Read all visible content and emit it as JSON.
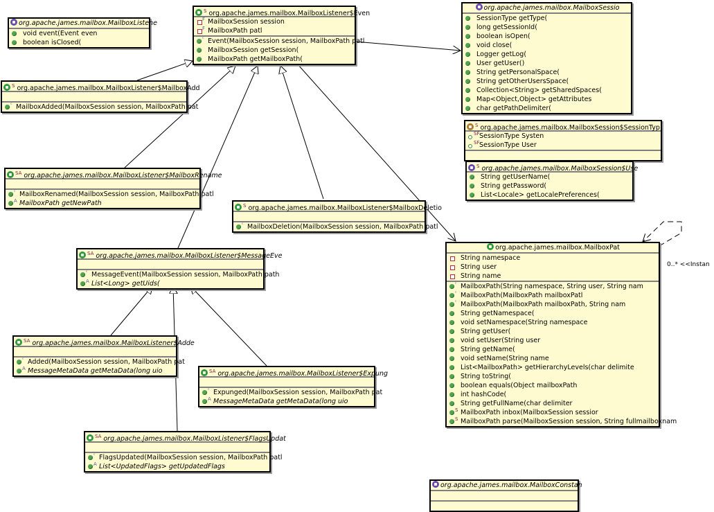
{
  "diagram": {
    "classes": {
      "mailbox_listener": {
        "name": "org.apache.james.mailbox.MailboxListene",
        "kind": "interface",
        "italic": true,
        "fields": [],
        "methods": [
          {
            "vis": "public",
            "text": "void event(Event even"
          },
          {
            "vis": "public",
            "text": "boolean isClosed("
          }
        ]
      },
      "event": {
        "name": "org.apache.james.mailbox.MailboxListener$Even",
        "kind": "class",
        "modifier": "S",
        "italic": false,
        "fields": [
          {
            "vis": "private",
            "mod": "F",
            "text": "MailboxSession session"
          },
          {
            "vis": "private",
            "mod": "F",
            "text": "MailboxPath patl"
          }
        ],
        "methods": [
          {
            "vis": "public",
            "mod": "c",
            "text": "Event(MailboxSession session, MailboxPath patl"
          },
          {
            "vis": "public",
            "text": "MailboxSession getSession("
          },
          {
            "vis": "public",
            "text": "MailboxPath getMailboxPath("
          }
        ]
      },
      "mailbox_session": {
        "name": "org.apache.james.mailbox.MailboxSessio",
        "kind": "interface",
        "italic": true,
        "fields": [],
        "methods": [
          {
            "vis": "public",
            "text": "SessionType getType("
          },
          {
            "vis": "public",
            "text": "long getSessionId("
          },
          {
            "vis": "public",
            "text": "boolean isOpen("
          },
          {
            "vis": "public",
            "text": "void close("
          },
          {
            "vis": "public",
            "text": "Logger getLog("
          },
          {
            "vis": "public",
            "text": "User getUser()"
          },
          {
            "vis": "public",
            "text": "String getPersonalSpace("
          },
          {
            "vis": "public",
            "text": "String getOtherUsersSpace("
          },
          {
            "vis": "public",
            "text": "Collection<String> getSharedSpaces("
          },
          {
            "vis": "public",
            "text": "Map<Object,Object> getAttributes"
          },
          {
            "vis": "public",
            "text": "char getPathDelimiter("
          }
        ]
      },
      "mailbox_added": {
        "name": "org.apache.james.mailbox.MailboxListener$MailboxAdd",
        "kind": "class",
        "modifier": "S",
        "italic": false,
        "fields": [],
        "methods": [
          {
            "vis": "public",
            "mod": "c",
            "text": "MailboxAdded(MailboxSession session, MailboxPath pat"
          }
        ]
      },
      "session_type": {
        "name": "org.apache.james.mailbox.MailboxSession$SessionTyp",
        "kind": "enum",
        "modifier": "S",
        "italic": false,
        "fields": [
          {
            "vis": "const",
            "mod": "SF",
            "text": "SessionType Systen"
          },
          {
            "vis": "const",
            "mod": "SF",
            "text": "SessionType User"
          }
        ],
        "methods": []
      },
      "user": {
        "name": "org.apache.james.mailbox.MailboxSession$Use",
        "kind": "interface",
        "modifier": "S",
        "italic": true,
        "fields": [],
        "methods": [
          {
            "vis": "public",
            "text": "String getUserName("
          },
          {
            "vis": "public",
            "text": "String getPassword("
          },
          {
            "vis": "public",
            "text": "List<Locale> getLocalePreferences("
          }
        ]
      },
      "mailbox_renamed": {
        "name": "org.apache.james.mailbox.MailboxListener$MailboxRename",
        "kind": "class",
        "modifier": "SA",
        "italic": true,
        "fields": [],
        "methods": [
          {
            "vis": "public",
            "mod": "c",
            "text": "MailboxRenamed(MailboxSession session, MailboxPath patl"
          },
          {
            "vis": "public",
            "mod": "A",
            "italic": true,
            "text": "MailboxPath getNewPath"
          }
        ]
      },
      "mailbox_deletion": {
        "name": "org.apache.james.mailbox.MailboxListener$MailboxDeletio",
        "kind": "class",
        "modifier": "S",
        "italic": false,
        "fields": [],
        "methods": [
          {
            "vis": "public",
            "mod": "c",
            "text": "MailboxDeletion(MailboxSession session, MailboxPath patl"
          }
        ]
      },
      "message_event": {
        "name": "org.apache.james.mailbox.MailboxListener$MessageEve",
        "kind": "class",
        "modifier": "SA",
        "italic": true,
        "fields": [],
        "methods": [
          {
            "vis": "public",
            "mod": "c",
            "text": "MessageEvent(MailboxSession session, MailboxPath path"
          },
          {
            "vis": "public",
            "mod": "A",
            "italic": true,
            "text": "List<Long> getUids("
          }
        ]
      },
      "mailbox_path": {
        "name": "org.apache.james.mailbox.MailboxPat",
        "kind": "class",
        "italic": false,
        "fields": [
          {
            "vis": "private",
            "text": "String namespace"
          },
          {
            "vis": "private",
            "text": "String user"
          },
          {
            "vis": "private",
            "text": "String name"
          }
        ],
        "methods": [
          {
            "vis": "public",
            "mod": "c",
            "text": "MailboxPath(String namespace, String user, String nam"
          },
          {
            "vis": "public",
            "mod": "c",
            "text": "MailboxPath(MailboxPath mailboxPatl"
          },
          {
            "vis": "public",
            "mod": "c",
            "text": "MailboxPath(MailboxPath mailboxPath, String nam"
          },
          {
            "vis": "public",
            "text": "String getNamespace("
          },
          {
            "vis": "public",
            "text": "void setNamespace(String namespace"
          },
          {
            "vis": "public",
            "text": "String getUser("
          },
          {
            "vis": "public",
            "text": "void setUser(String user"
          },
          {
            "vis": "public",
            "text": "String getName("
          },
          {
            "vis": "public",
            "text": "void setName(String name"
          },
          {
            "vis": "public",
            "text": "List<MailboxPath> getHierarchyLevels(char delimite"
          },
          {
            "vis": "public",
            "text": "String toString("
          },
          {
            "vis": "public",
            "text": "boolean equals(Object mailboxPath"
          },
          {
            "vis": "public",
            "text": "int hashCode("
          },
          {
            "vis": "public",
            "text": "String getFullName(char delimiter"
          },
          {
            "vis": "public",
            "mod": "S",
            "text": "MailboxPath inbox(MailboxSession sessior"
          },
          {
            "vis": "public",
            "mod": "S",
            "text": "MailboxPath parse(MailboxSession session, String fullmailboxnam"
          }
        ]
      },
      "added": {
        "name": "org.apache.james.mailbox.MailboxListener$Adde",
        "kind": "class",
        "modifier": "SA",
        "italic": true,
        "fields": [],
        "methods": [
          {
            "vis": "public",
            "mod": "c",
            "text": "Added(MailboxSession session, MailboxPath pat"
          },
          {
            "vis": "public",
            "mod": "A",
            "italic": true,
            "text": "MessageMetaData getMetaData(long uio"
          }
        ]
      },
      "expunged": {
        "name": "org.apache.james.mailbox.MailboxListener$Expung",
        "kind": "class",
        "modifier": "SA",
        "italic": true,
        "fields": [],
        "methods": [
          {
            "vis": "public",
            "mod": "c",
            "text": "Expunged(MailboxSession session, MailboxPath pat"
          },
          {
            "vis": "public",
            "mod": "A",
            "italic": true,
            "text": "MessageMetaData getMetaData(long uio"
          }
        ]
      },
      "flags_updated": {
        "name": "org.apache.james.mailbox.MailboxListener$FlagsUpdat",
        "kind": "class",
        "modifier": "SA",
        "italic": true,
        "fields": [],
        "methods": [
          {
            "vis": "public",
            "mod": "c",
            "text": "FlagsUpdated(MailboxSession session, MailboxPath patl"
          },
          {
            "vis": "public",
            "mod": "A",
            "italic": true,
            "text": "List<UpdatedFlags> getUpdatedFlags"
          }
        ]
      },
      "mailbox_constants": {
        "name": "org.apache.james.mailbox.MailboxConstan",
        "kind": "interface",
        "italic": true,
        "fields": [],
        "methods": []
      }
    },
    "edges": [
      {
        "from": "mailbox_added",
        "to": "event",
        "type": "generalization"
      },
      {
        "from": "mailbox_renamed",
        "to": "event",
        "type": "generalization"
      },
      {
        "from": "message_event",
        "to": "event",
        "type": "generalization"
      },
      {
        "from": "mailbox_deletion",
        "to": "event",
        "type": "generalization"
      },
      {
        "from": "event",
        "to": "mailbox_session",
        "type": "association"
      },
      {
        "from": "event",
        "to": "mailbox_path",
        "type": "association"
      },
      {
        "from": "added",
        "to": "message_event",
        "type": "generalization"
      },
      {
        "from": "flags_updated",
        "to": "message_event",
        "type": "generalization"
      },
      {
        "from": "expunged",
        "to": "message_event",
        "type": "generalization"
      },
      {
        "from": "mailbox_path",
        "to": "mailbox_path",
        "type": "dependency"
      }
    ],
    "self_label": "0..* <<Instan"
  }
}
